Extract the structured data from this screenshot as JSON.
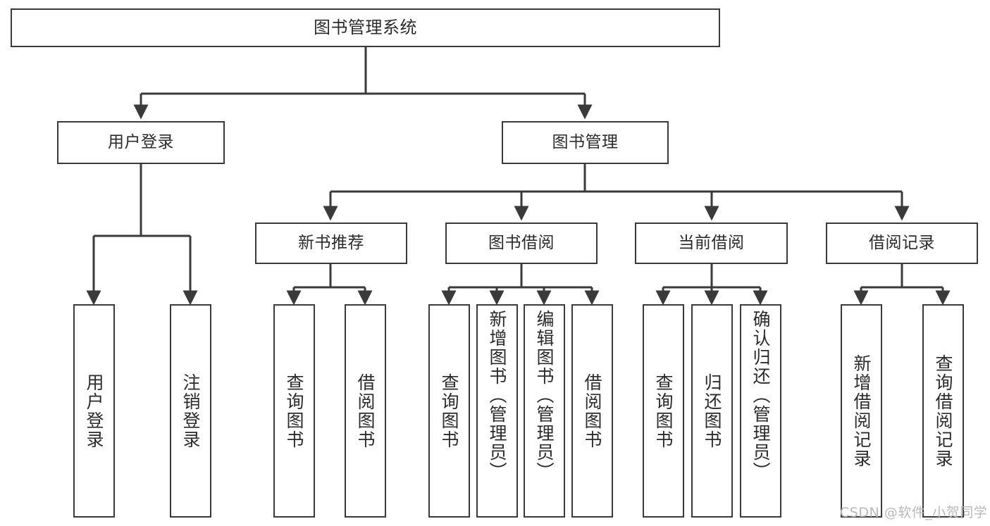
{
  "diagram": {
    "title": "图书管理系统",
    "type": "tree-hierarchy",
    "stroke_color": "#3a3a3a",
    "text_color": "#2b2b2b",
    "background": "#ffffff"
  },
  "nodes": {
    "root": {
      "label": "图书管理系统"
    },
    "level2": [
      {
        "id": "user-login",
        "label": "用户登录"
      },
      {
        "id": "book-manage",
        "label": "图书管理"
      }
    ],
    "level3": [
      {
        "id": "new-book-recommend",
        "label": "新书推荐"
      },
      {
        "id": "book-borrow",
        "label": "图书借阅"
      },
      {
        "id": "current-borrow",
        "label": "当前借阅"
      },
      {
        "id": "borrow-record",
        "label": "借阅记录"
      }
    ],
    "leaves": {
      "user_login": [
        {
          "id": "leaf-user-login",
          "label": "用户登录"
        },
        {
          "id": "leaf-logout",
          "label": "注销登录"
        }
      ],
      "new_book_recommend": [
        {
          "id": "leaf-query-book-1",
          "label": "查询图书"
        },
        {
          "id": "leaf-borrow-book-1",
          "label": "借阅图书"
        }
      ],
      "book_borrow": [
        {
          "id": "leaf-query-book-2",
          "label": "查询图书"
        },
        {
          "id": "leaf-add-book",
          "label": "新增图书（管理员）"
        },
        {
          "id": "leaf-edit-book",
          "label": "编辑图书（管理员）"
        },
        {
          "id": "leaf-borrow-book-2",
          "label": "借阅图书"
        }
      ],
      "current_borrow": [
        {
          "id": "leaf-query-book-3",
          "label": "查询图书"
        },
        {
          "id": "leaf-return-book",
          "label": "归还图书"
        },
        {
          "id": "leaf-confirm-return",
          "label": "确认归还（管理员）"
        }
      ],
      "borrow_record": [
        {
          "id": "leaf-add-record",
          "label": "新增借阅记录"
        },
        {
          "id": "leaf-query-record",
          "label": "查询借阅记录"
        }
      ]
    }
  },
  "watermark": {
    "text": "CSDN @软件_小贺同学"
  }
}
